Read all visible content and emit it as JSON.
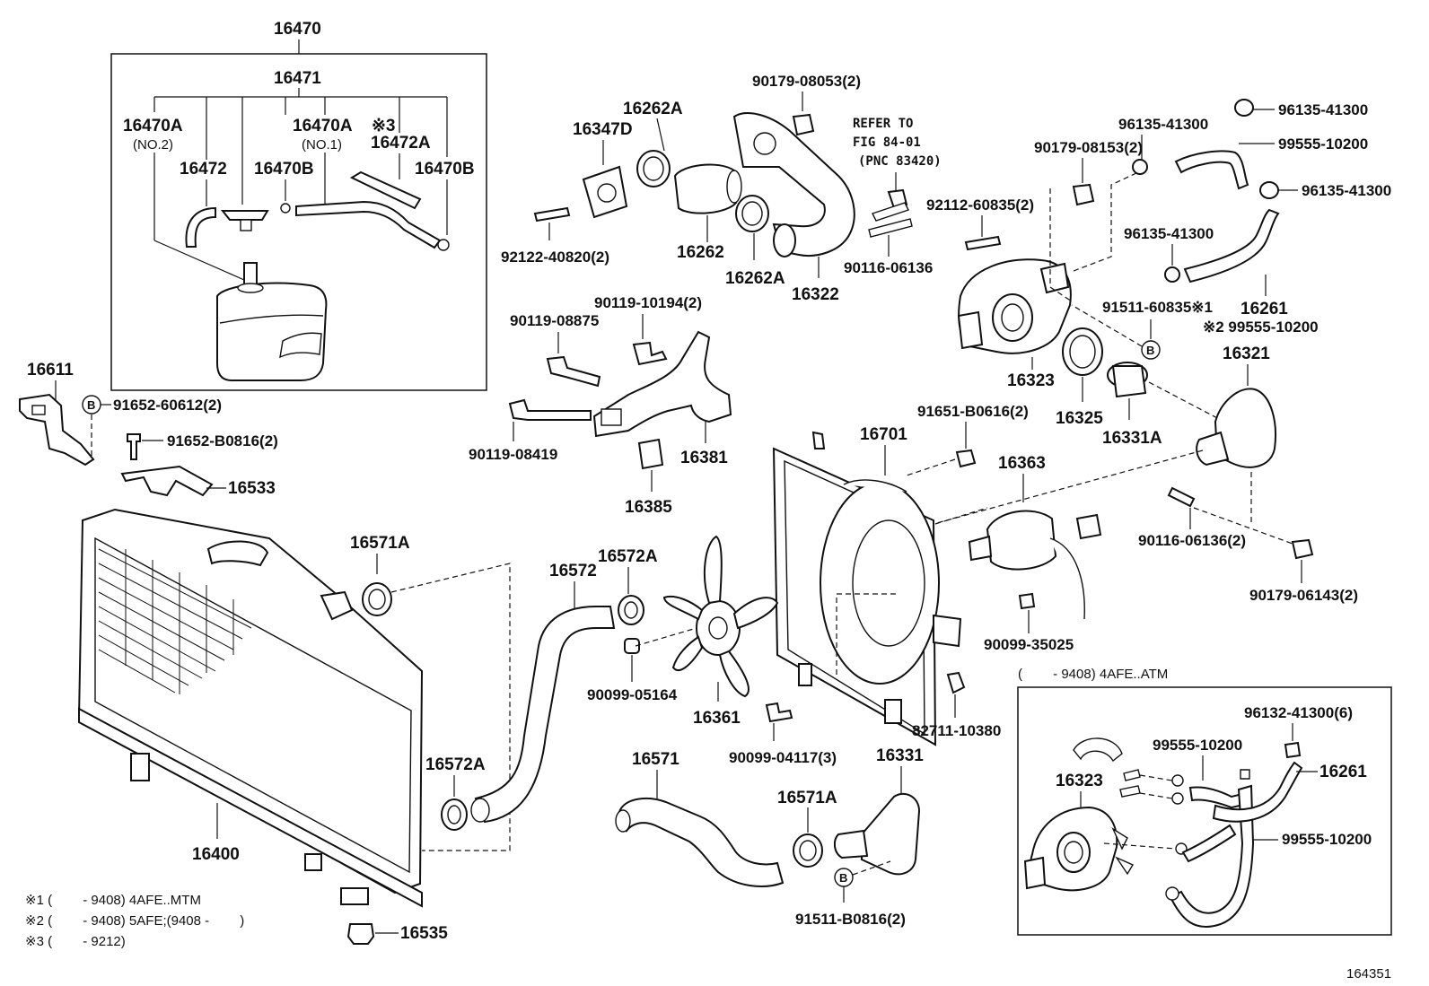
{
  "labels": {
    "p16470": "16470",
    "p16471": "16471",
    "p16470A_no2": "16470A",
    "no2": "(NO.2)",
    "p16472": "16472",
    "p16470B_a": "16470B",
    "p16470A_no1": "16470A",
    "no1": "(NO.1)",
    "mark3": "※3",
    "p16472A": "16472A",
    "p16470B_b": "16470B",
    "p16611": "16611",
    "p91652_60612": "91652-60612(2)",
    "p91652_B0816": "91652-B0816(2)",
    "p16533": "16533",
    "p16571A_a": "16571A",
    "p16400": "16400",
    "p16535": "16535",
    "p16347D": "16347D",
    "p16262A_a": "16262A",
    "p16262": "16262",
    "p16262A_b": "16262A",
    "p92122_40820": "92122-40820(2)",
    "p90179_08053": "90179-08053(2)",
    "p16322": "16322",
    "refer1": "REFER TO",
    "refer2": "FIG 84-01",
    "refer3": "(PNC 83420)",
    "p92112_60835": "92112-60835(2)",
    "p90116_06136": "90116-06136",
    "p90119_10194": "90119-10194(2)",
    "p90119_08875": "90119-08875",
    "p90119_08419": "90119-08419",
    "p16381": "16381",
    "p16385": "16385",
    "p96135_41300_a": "96135-41300",
    "p96135_41300_b": "96135-41300",
    "p90179_08153": "90179-08153(2)",
    "p99555_10200_a": "99555-10200",
    "p96135_41300_c": "96135-41300",
    "p96135_41300_d": "96135-41300",
    "p91511_60835": "91511-60835※1",
    "p16261_a": "16261",
    "mark2_99555": "※2 99555-10200",
    "p16323_a": "16323",
    "p16325": "16325",
    "p16331A": "16331A",
    "p16321": "16321",
    "p91651_B0616": "91651-B0616(2)",
    "p16701": "16701",
    "p16363": "16363",
    "p90116_06136_2": "90116-06136(2)",
    "p90179_06143": "90179-06143(2)",
    "p16572": "16572",
    "p16572A_a": "16572A",
    "p90099_05164": "90099-05164",
    "p16361": "16361",
    "p90099_35025": "90099-35025",
    "p82711_10380": "82711-10380",
    "p90099_04117": "90099-04117(3)",
    "p16572A_b": "16572A",
    "p16571": "16571",
    "p16571A_b": "16571A",
    "p16331": "16331",
    "p91511_B0816": "91511-B0816(2)",
    "inset_title": "(　　 - 9408) 4AFE..ATM",
    "p96132_41300": "96132-41300(6)",
    "p99555_10200_b": "99555-10200",
    "p16323_b": "16323",
    "p16261_b": "16261",
    "p99555_10200_c": "99555-10200",
    "note1": "※1 (　　 - 9408) 4AFE..MTM",
    "note2": "※2 (　　 - 9408) 5AFE;(9408 -　　 )",
    "note3": "※3 (　　 - 9212)",
    "figure_id": "164351",
    "badge_b": "B"
  }
}
